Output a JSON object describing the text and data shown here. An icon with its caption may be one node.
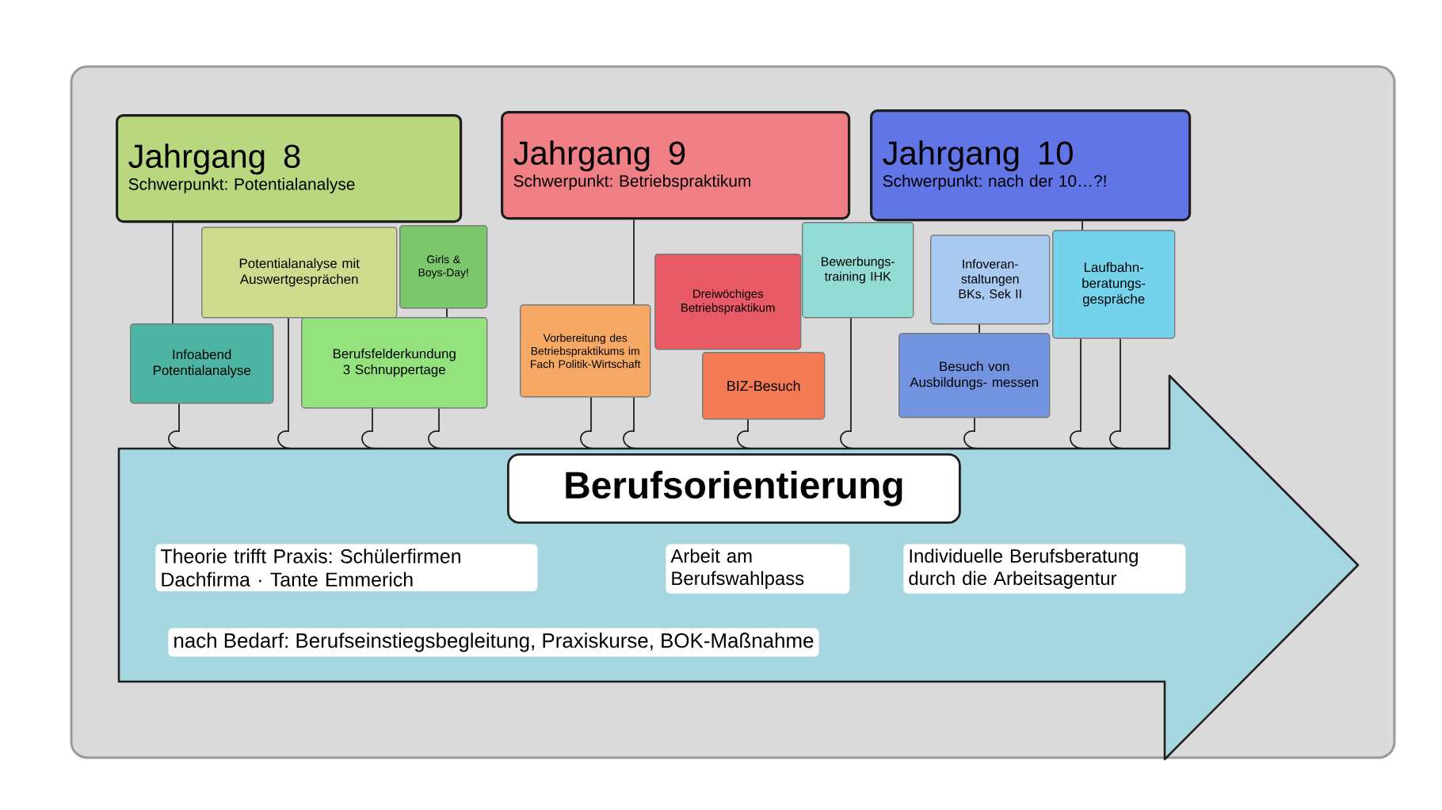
{
  "diagram": {
    "nodes": [
      {
        "text": [
          "Jahrgang 8",
          "Schwerpunkt: Potentialanalyse"
        ]
      },
      {
        "text": [
          "Jahrgang 9",
          "Schwerpunkt: Betriebspraktikum"
        ]
      },
      {
        "text": [
          "Jahrgang 10",
          "Schwerpunkt: nach der 10…?!"
        ]
      },
      {
        "text": [
          "Potentialanalyse mit Auswertgesprächen"
        ]
      },
      {
        "text": [
          "Girls & Boys-Day!"
        ]
      },
      {
        "text": [
          "Infoabend Potentialanalyse"
        ]
      },
      {
        "text": [
          "Berufsfelderkundung 3 Schnuppertage"
        ]
      },
      {
        "text": [
          "Vorbereitung des Betriebspraktikums im Fach Politik-Wirtschaft"
        ]
      },
      {
        "text": [
          "Dreiwöchiges Betriebspraktikum"
        ]
      },
      {
        "text": [
          "BIZ-Besuch"
        ]
      },
      {
        "text": [
          "Bewerbungs- training IHK"
        ]
      },
      {
        "text": [
          "Infoveran- staltungen BKs, Sek II"
        ]
      },
      {
        "text": [
          "Laufbahn- beratungs- gespräche"
        ]
      },
      {
        "text": [
          "Besuch von Ausbildungs- messen"
        ]
      },
      {
        "text": [
          "Theorie trifft Praxis: Schülerfirmen Dachfirma · Tante Emmerich",
          "Arbeit am Berufswahlpass",
          "Individuelle Berufsberatung durch die Arbeitsagentur",
          "nach Bedarf: Berufseinstiegsbegleitung, Praxiskurse, BOK-Maßnahme"
        ]
      },
      {
        "text": [
          "Berufsorientierung"
        ],
        "in": 14
      }
    ],
    "edges": [
      {
        "from": 0,
        "to": 5,
        "arrow": "none"
      },
      {
        "from": 5,
        "to": 14,
        "arrow": "none"
      },
      {
        "from": 3,
        "to": 14,
        "arrow": "none"
      },
      {
        "from": 4,
        "to": 6,
        "arrow": "none"
      },
      {
        "from": 6,
        "to": 14,
        "arrow": "none"
      },
      {
        "from": 6,
        "to": 14,
        "arrow": "none"
      },
      {
        "from": 1,
        "to": 7,
        "arrow": "none"
      },
      {
        "from": 7,
        "to": 14,
        "arrow": "none"
      },
      {
        "from": 7,
        "to": 14,
        "arrow": "none"
      },
      {
        "from": 9,
        "to": 14,
        "arrow": "none"
      },
      {
        "from": 10,
        "to": 14,
        "arrow": "none"
      },
      {
        "from": 11,
        "to": 13,
        "arrow": "none"
      },
      {
        "from": 13,
        "to": 14,
        "arrow": "none"
      },
      {
        "from": 2,
        "to": 12,
        "arrow": "none"
      },
      {
        "from": 12,
        "to": 14,
        "arrow": "none"
      },
      {
        "from": 12,
        "to": 14,
        "arrow": "none"
      }
    ]
  }
}
